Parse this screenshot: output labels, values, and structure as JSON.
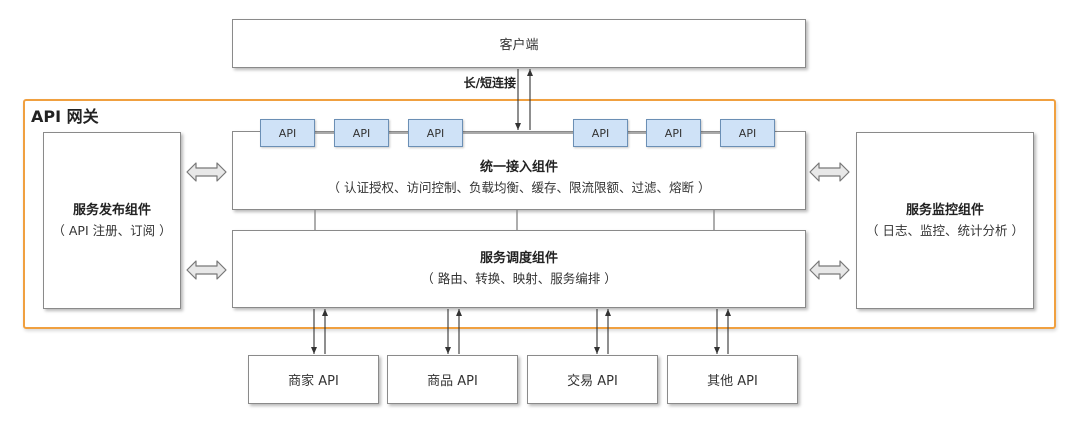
{
  "client": {
    "label": "客户端"
  },
  "connection": {
    "label": "长/短连接"
  },
  "gateway": {
    "title": "API 网关"
  },
  "access": {
    "title": "统一接入组件",
    "subtitle": "（ 认证授权、访问控制、负载均衡、缓存、限流限额、过滤、熔断 ）",
    "apis": [
      "API",
      "API",
      "API",
      "API",
      "API",
      "API"
    ]
  },
  "schedule": {
    "title": "服务调度组件",
    "subtitle": "（ 路由、转换、映射、服务编排 ）"
  },
  "publish": {
    "title": "服务发布组件",
    "subtitle": "（ API 注册、订阅 ）"
  },
  "monitor": {
    "title": "服务监控组件",
    "subtitle": "（ 日志、监控、统计分析 ）"
  },
  "backends": [
    {
      "label": "商家 API"
    },
    {
      "label": "商品 API"
    },
    {
      "label": "交易 API"
    },
    {
      "label": "其他 API"
    }
  ],
  "colors": {
    "gateway_border": "#f0a040",
    "api_chip_fill": "#cfe2f7",
    "api_chip_border": "#6b8fb5",
    "double_arrow_fill": "#e8e8e8"
  }
}
